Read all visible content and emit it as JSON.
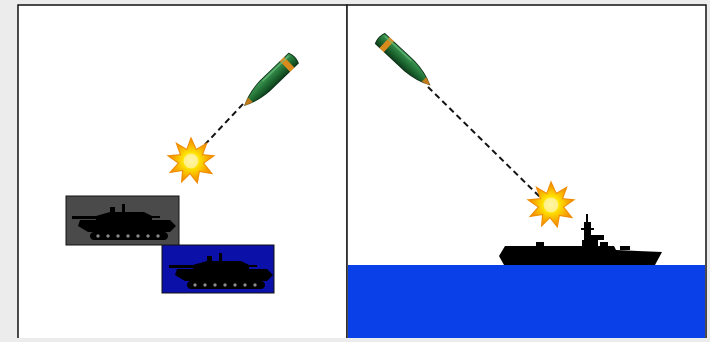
{
  "panels": [
    {
      "id": "land",
      "scene": "shell-burst-over-tanks"
    },
    {
      "id": "sea",
      "scene": "shell-burst-over-ship"
    }
  ],
  "colors": {
    "page_background": "#ececec",
    "panel_background": "#ffffff",
    "frame": "#111111",
    "shell_body": "#1f6b32",
    "shell_band": "#d98a1c",
    "trajectory": "#111111",
    "explosion_outer": "#f08a00",
    "explosion_inner": "#ffe400",
    "tank_plate_gray": "#4a4a4a",
    "tank_plate_blue": "#0b10a8",
    "silhouette": "#000000",
    "sea": "#0a40e8"
  },
  "icons": {
    "shell": "artillery-shell-icon",
    "explosion": "explosion-icon",
    "tank": "tank-silhouette-icon",
    "ship": "warship-silhouette-icon"
  }
}
